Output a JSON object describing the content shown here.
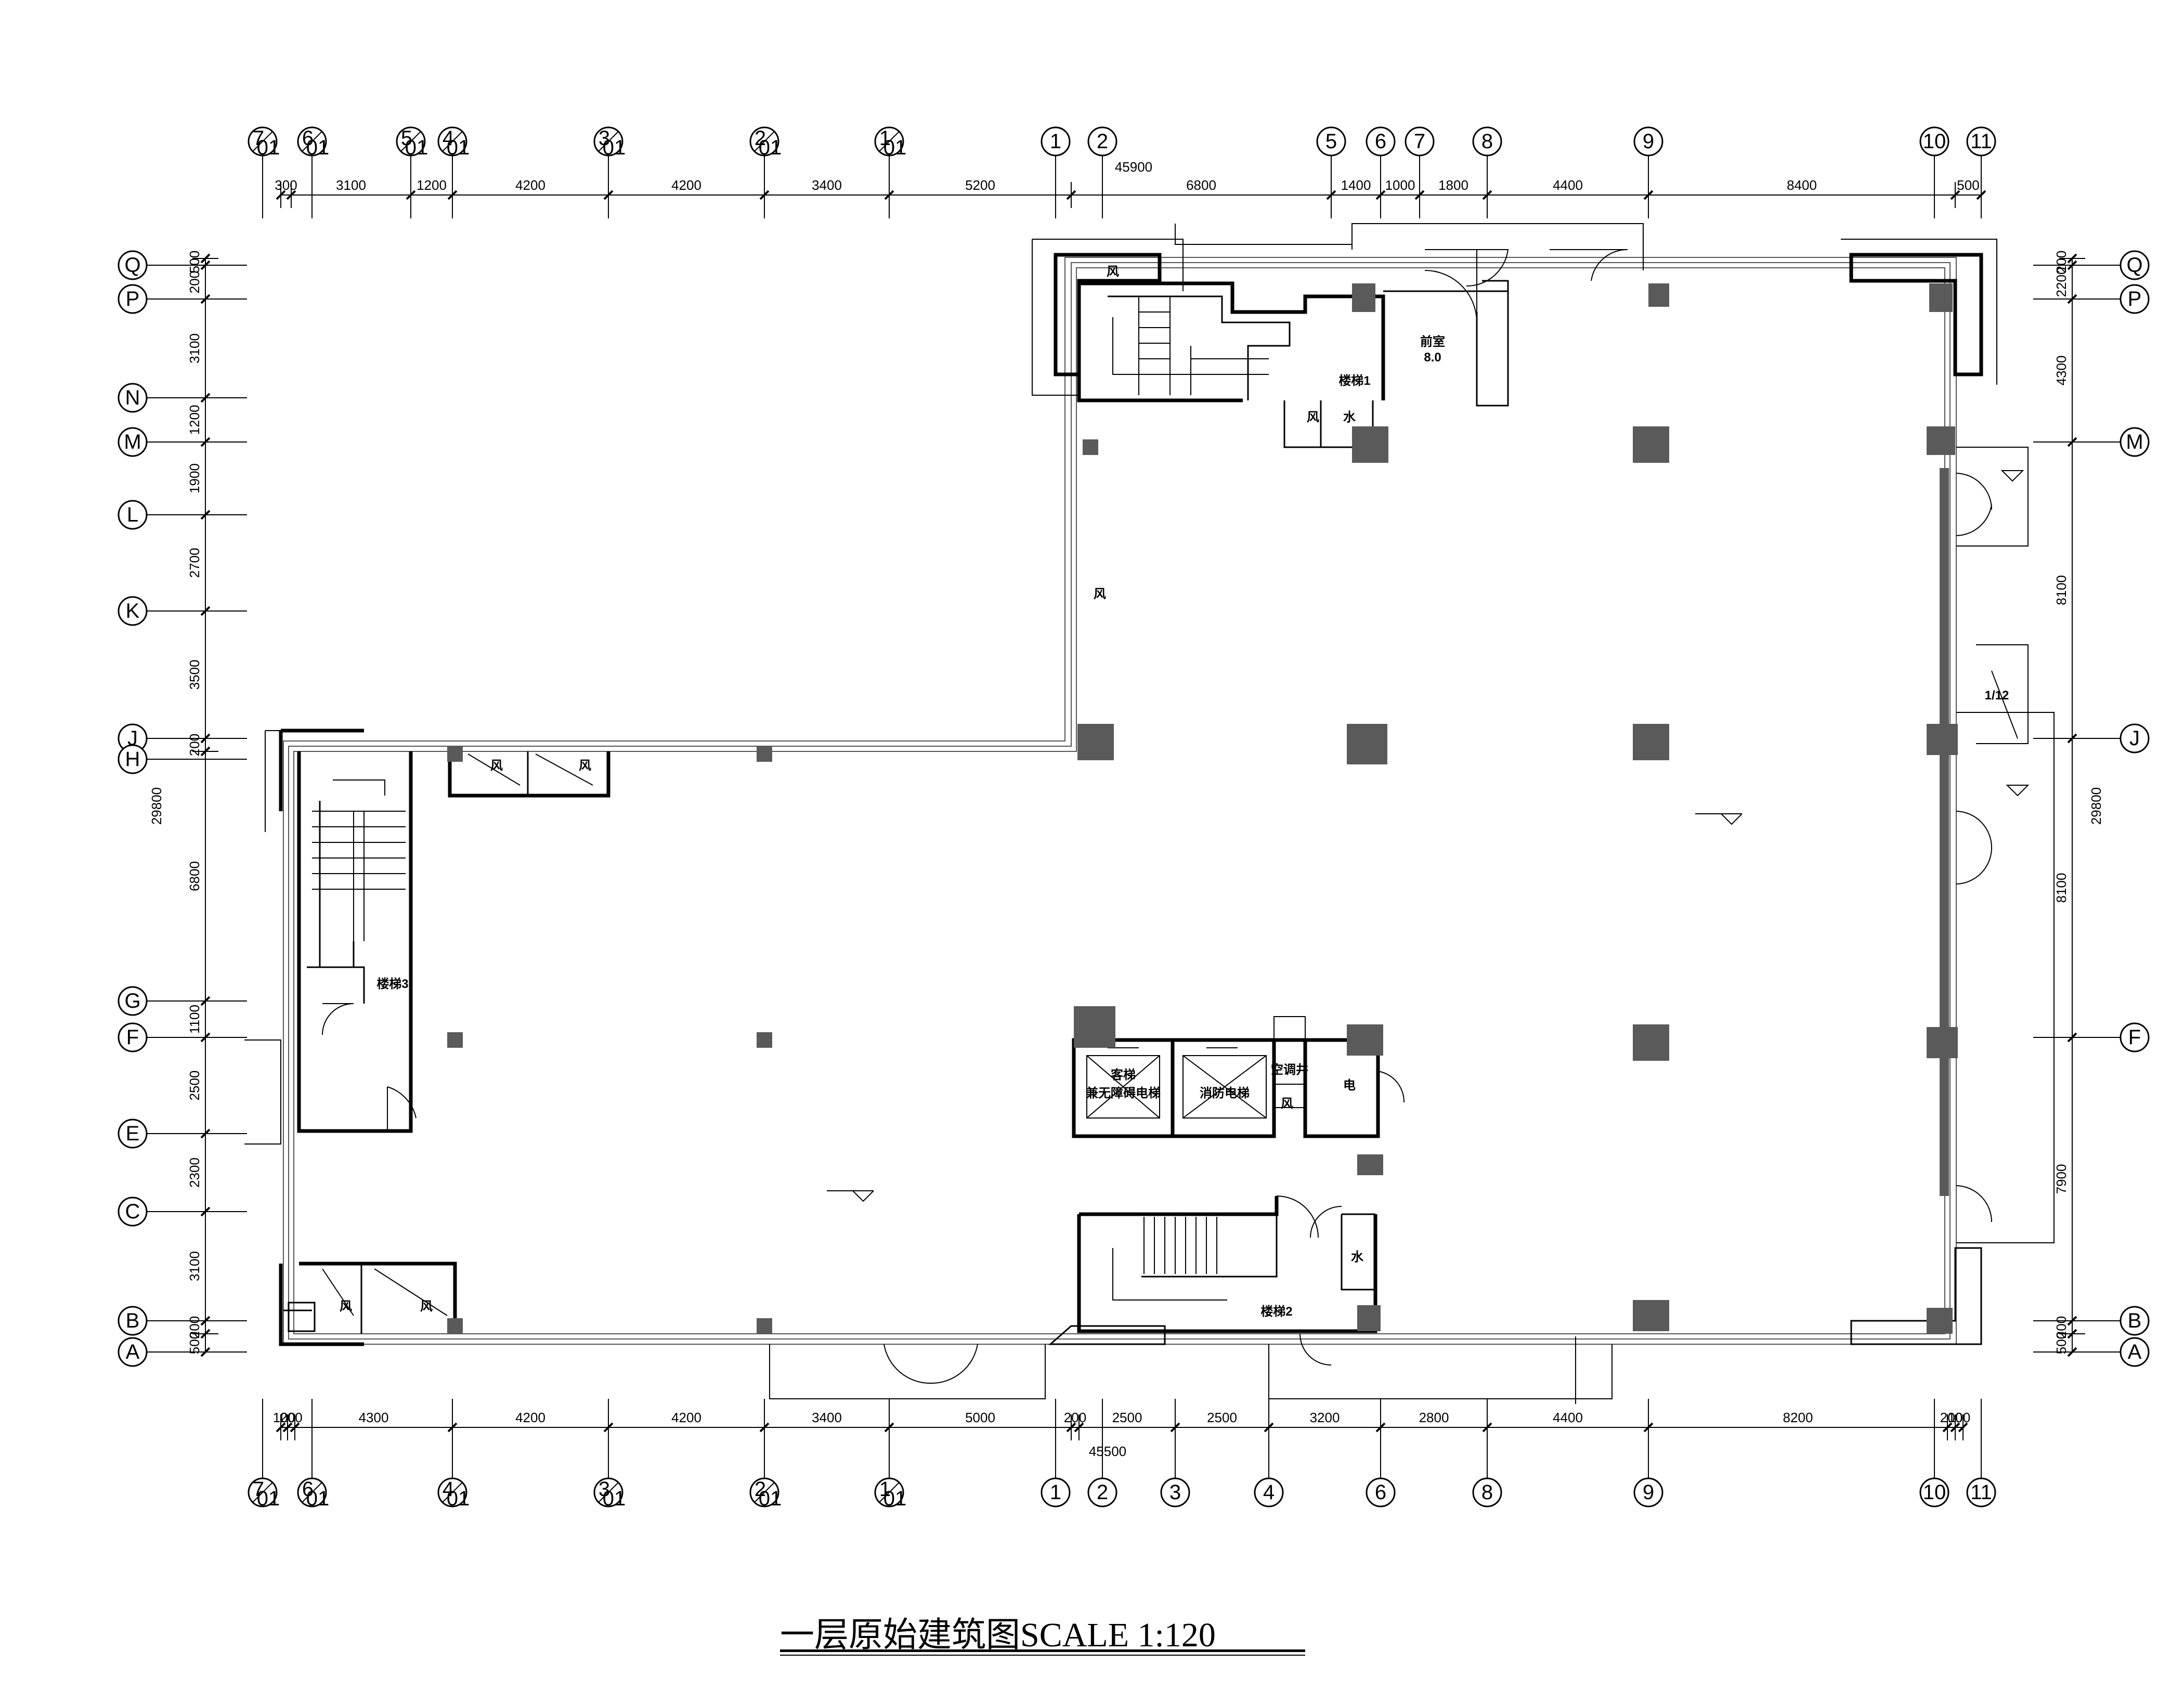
{
  "title": "一层原始建筑图SCALE 1:120",
  "grid_top": [
    "7/01",
    "6/01",
    "5/01",
    "4/01",
    "3/01",
    "2/01",
    "1/01",
    "1",
    "2",
    "5",
    "6",
    "7",
    "8",
    "9",
    "10",
    "11"
  ],
  "grid_bottom": [
    "7/01",
    "6/01",
    "4/01",
    "3/01",
    "2/01",
    "1/01",
    "1",
    "2",
    "3",
    "4",
    "6",
    "8",
    "9",
    "10",
    "11"
  ],
  "grid_left": [
    "Q",
    "P",
    "N",
    "M",
    "L",
    "K",
    "J",
    "H",
    "G",
    "F",
    "E",
    "C",
    "B",
    "A"
  ],
  "grid_right": [
    "Q",
    "P",
    "M",
    "J",
    "F",
    "B",
    "A"
  ],
  "dims_top": [
    "300",
    "3100",
    "1200",
    "4200",
    "4200",
    "3400",
    "5200",
    "6800",
    "1400",
    "1000",
    "1800",
    "4400",
    "8400",
    "500"
  ],
  "dims_top_total": "45900",
  "dims_bottom": [
    "100",
    "200",
    "4300",
    "4200",
    "4200",
    "3400",
    "5000",
    "200",
    "2500",
    "2500",
    "3200",
    "2800",
    "4400",
    "8200",
    "200",
    "100"
  ],
  "dims_bottom_total": "45500",
  "dims_left": [
    "500",
    "200",
    "3100",
    "1200",
    "1900",
    "2700",
    "3500",
    "200",
    "6800",
    "1100",
    "2500",
    "2300",
    "3100",
    "200",
    "500"
  ],
  "dims_left_total": "29800",
  "dims_right": [
    "200",
    "2200",
    "4300",
    "8100",
    "8100",
    "7900",
    "200",
    "500"
  ],
  "dims_right_total": "29800",
  "rooms": {
    "front_room": "前室",
    "front_room_area": "8.0",
    "stair1": "楼梯1",
    "stair2": "楼梯2",
    "stair3": "楼梯3",
    "wind": "风",
    "water": "水",
    "elevator_passenger": "客梯",
    "elevator_accessible": "兼无障碍电梯",
    "elevator_fire": "消防电梯",
    "ac_shaft": "空调井",
    "electric": "电",
    "ramp": "1/12"
  }
}
